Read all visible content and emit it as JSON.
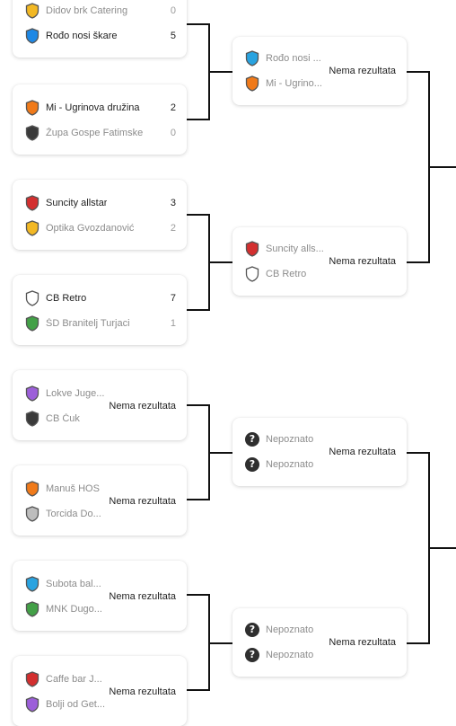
{
  "round1": [
    {
      "team1": "Didov brk Catering",
      "score1": "0",
      "icon1": "shield-icon",
      "color1": "#f2b824",
      "win1": false,
      "team2": "Rođo nosi škare",
      "score2": "5",
      "icon2": "shield-icon",
      "color2": "#1e88e5",
      "win2": true
    },
    {
      "team1": "Mi - Ugrinova družina",
      "score1": "2",
      "icon1": "shield-icon",
      "color1": "#f07a1a",
      "win1": true,
      "team2": "Župa Gospe Fatimske",
      "score2": "0",
      "icon2": "shield-icon",
      "color2": "#3a3a3a",
      "win2": false
    },
    {
      "team1": "Suncity allstar",
      "score1": "3",
      "icon1": "shield-icon",
      "color1": "#d32f2f",
      "win1": true,
      "team2": "Optika Gvozdanović",
      "score2": "2",
      "icon2": "shield-icon",
      "color2": "#f2b824",
      "win2": false
    },
    {
      "team1": "CB Retro",
      "score1": "7",
      "icon1": "shield-icon",
      "color1": "#ffffff",
      "win1": true,
      "team2": "ŠD Branitelj Turjaci",
      "score2": "1",
      "icon2": "shield-icon",
      "color2": "#43a047",
      "win2": false
    },
    {
      "team1": "Lokve Juge...",
      "icon1": "shield-icon",
      "color1": "#9c5fd9",
      "win1": false,
      "team2": "CB Čuk",
      "icon2": "shield-icon",
      "color2": "#3a3a3a",
      "win2": false,
      "result": "Nema rezultata"
    },
    {
      "team1": "Manuš HOS",
      "icon1": "shield-icon",
      "color1": "#f07a1a",
      "win1": false,
      "team2": "Torcida Do...",
      "icon2": "shield-icon",
      "color2": "#bdbdbd",
      "win2": false,
      "result": "Nema rezultata"
    },
    {
      "team1": "Subota bal...",
      "icon1": "shield-icon",
      "color1": "#29a3e0",
      "win1": false,
      "team2": "MNK Dugo...",
      "icon2": "shield-icon",
      "color2": "#43a047",
      "win2": false,
      "result": "Nema rezultata"
    },
    {
      "team1": "Caffe bar J...",
      "icon1": "shield-icon",
      "color1": "#d32f2f",
      "win1": false,
      "team2": "Bolji od Get...",
      "icon2": "shield-icon",
      "color2": "#9c5fd9",
      "win2": false,
      "result": "Nema rezultata"
    }
  ],
  "round2": [
    {
      "team1": "Rođo nosi ...",
      "icon1": "shield-icon",
      "color1": "#29a3e0",
      "team2": "Mi - Ugrino...",
      "icon2": "shield-icon",
      "color2": "#f07a1a",
      "result": "Nema rezultata"
    },
    {
      "team1": "Suncity alls...",
      "icon1": "shield-icon",
      "color1": "#d32f2f",
      "team2": "CB Retro",
      "icon2": "shield-icon",
      "color2": "#ffffff",
      "result": "Nema rezultata"
    },
    {
      "team1": "Nepoznato",
      "icon1": "question-icon",
      "team2": "Nepoznato",
      "icon2": "question-icon",
      "result": "Nema rezultata"
    },
    {
      "team1": "Nepoznato",
      "icon1": "question-icon",
      "team2": "Nepoznato",
      "icon2": "question-icon",
      "result": "Nema rezultata"
    }
  ]
}
